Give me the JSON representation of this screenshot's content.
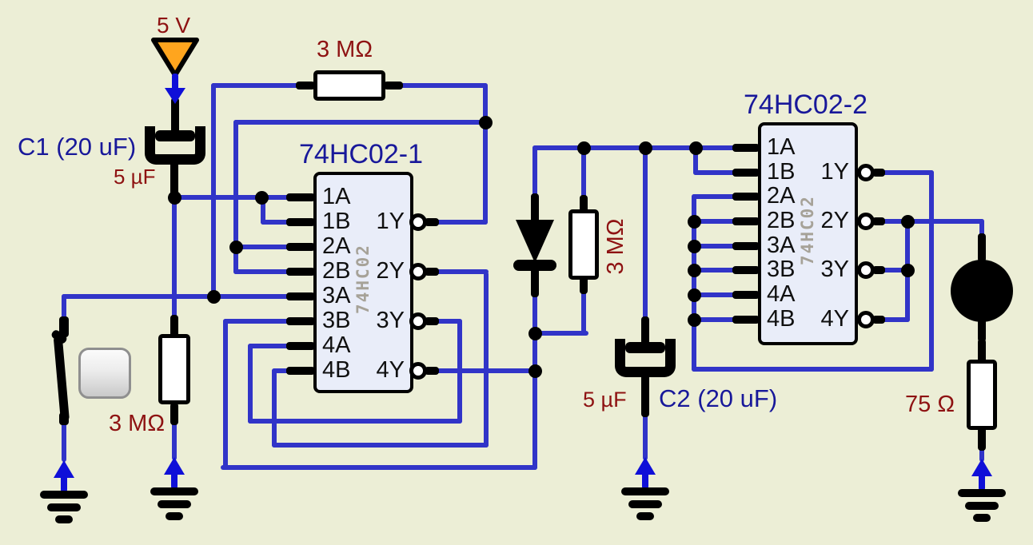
{
  "colors": {
    "background": "#ECEED6",
    "wire": "#3134C8",
    "accent_blue": "#0F0FD8",
    "label_blue": "#18189A",
    "label_red": "#8E1212",
    "chip_fill": "#E9EDF9",
    "source_orange": "#FFA51E"
  },
  "source": {
    "label": "5 V"
  },
  "capacitors": {
    "c1": {
      "name": "C1 (20 uF)",
      "value": "5 µF"
    },
    "c2": {
      "name": "C2 (20 uF)",
      "value": "5 µF"
    }
  },
  "resistors": {
    "top": {
      "value": "3 MΩ"
    },
    "left": {
      "value": "3 MΩ"
    },
    "middle": {
      "value": "3 MΩ"
    },
    "output": {
      "value": "75 Ω"
    }
  },
  "chips": [
    {
      "title": "74HC02-1",
      "part": "74HC02",
      "left_pins": [
        "1A",
        "1B",
        "2A",
        "2B",
        "3A",
        "3B",
        "4A",
        "4B"
      ],
      "right_pins": [
        "1Y",
        "2Y",
        "3Y",
        "4Y"
      ]
    },
    {
      "title": "74HC02-2",
      "part": "74HC02",
      "left_pins": [
        "1A",
        "1B",
        "2A",
        "2B",
        "3A",
        "3B",
        "4A",
        "4B"
      ],
      "right_pins": [
        "1Y",
        "2Y",
        "3Y",
        "4Y"
      ]
    }
  ]
}
